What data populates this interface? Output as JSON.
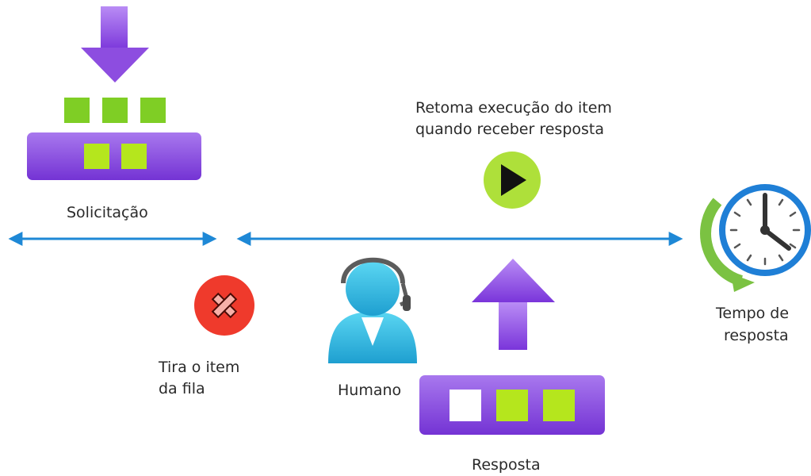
{
  "colors": {
    "purple_light": "#a67cf0",
    "purple_dark": "#6f2bd6",
    "green": "#8fd626",
    "lime": "#b5e61d",
    "white_block": "#ffffff",
    "blue_arrow": "#1e88d6",
    "red": "#ee3b2d",
    "cyan": "#32c3e8",
    "clock_blue": "#1f7fd6",
    "clock_green": "#7bc242"
  },
  "labels": {
    "request": "Solicitação",
    "resume_line1": "Retoma execução do item",
    "resume_line2": "quando receber resposta",
    "response_time_line1": "Tempo de",
    "response_time_line2": "resposta",
    "dequeue_line1": "Tira o item",
    "dequeue_line2": "da fila",
    "human": "Humano",
    "response": "Resposta"
  },
  "icons": {
    "request": "queue-with-down-arrow-icon",
    "play": "play-icon",
    "remove": "remove-x-icon",
    "human": "human-operator-headset-icon",
    "response": "queue-with-up-arrow-icon",
    "clock": "clock-timer-icon"
  }
}
